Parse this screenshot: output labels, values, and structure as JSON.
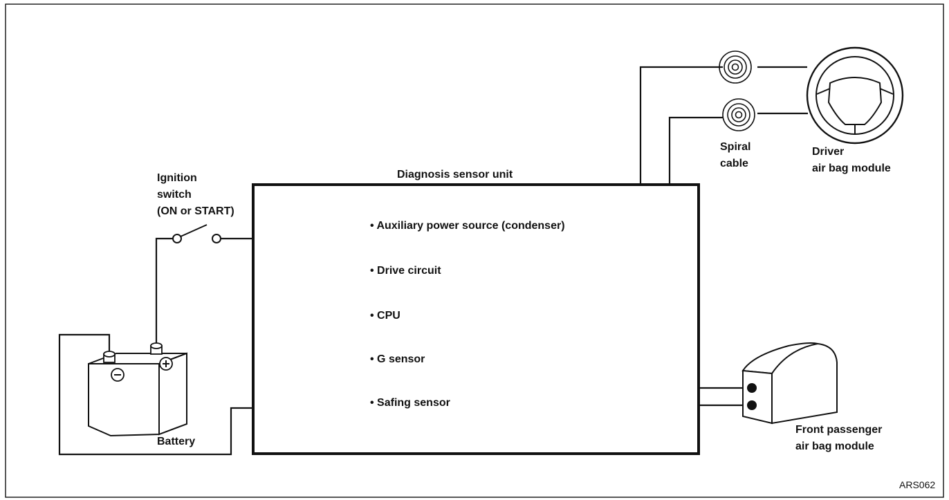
{
  "diagram": {
    "title": "Diagnosis sensor unit",
    "features": [
      "• Auxiliary power source (condenser)",
      "• Drive circuit",
      "• CPU",
      "• G sensor",
      "• Safing sensor"
    ],
    "ignition_label": [
      "Ignition",
      "switch",
      "(ON or START)"
    ],
    "battery_label": "Battery",
    "spiral_label": [
      "Spiral",
      "cable"
    ],
    "driver_label": [
      "Driver",
      "air bag module"
    ],
    "passenger_label": [
      "Front passenger",
      "air bag module"
    ],
    "figure_code": "ARS062"
  }
}
